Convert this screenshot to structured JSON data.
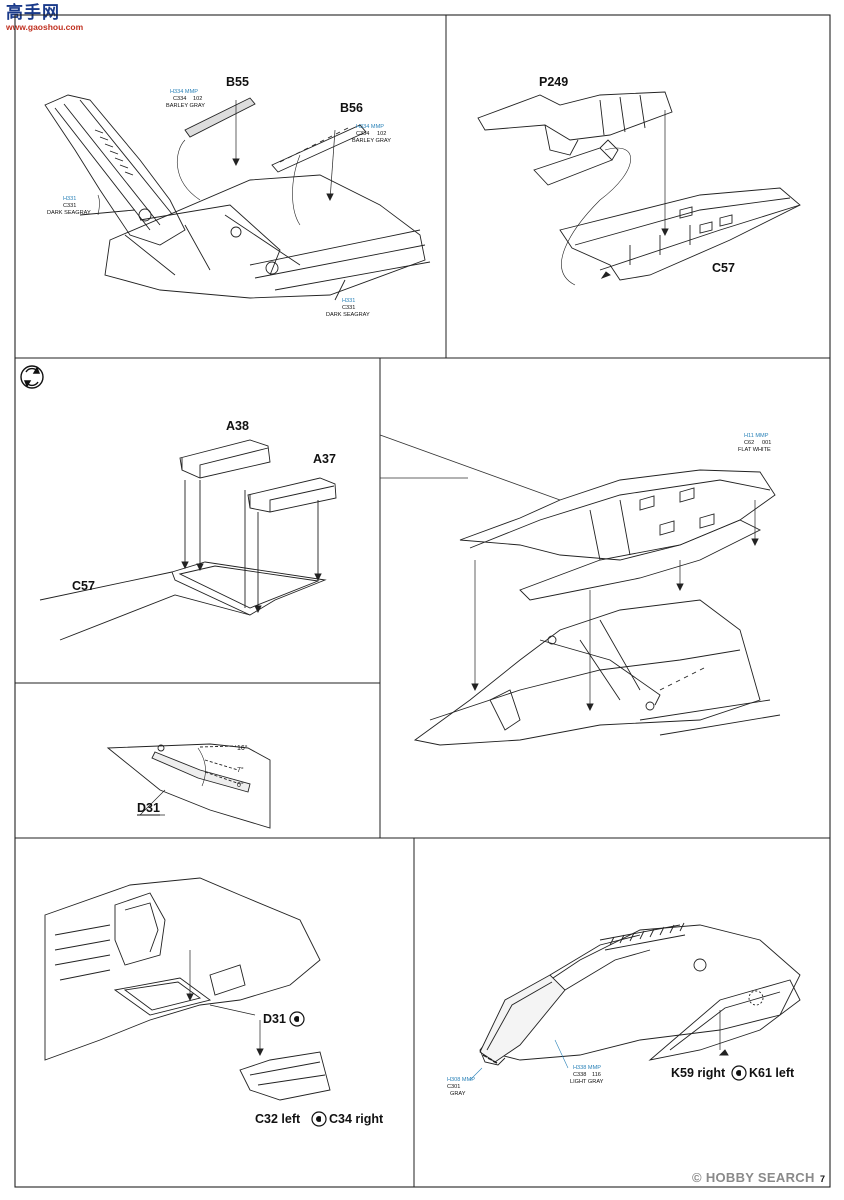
{
  "watermark_top": {
    "hanzi": "高手网",
    "url": "www.gaoshou.com"
  },
  "watermark_bottom": {
    "text": "HOBBY SEARCH",
    "glyph": "©"
  },
  "panel1": {
    "parts": [
      "B55",
      "B56"
    ],
    "callouts": [
      {
        "codes": "H334 MMP",
        "name_code": "C334",
        "ref": "102",
        "name": "BARLEY GRAY"
      },
      {
        "codes": "H334 MMP",
        "name_code": "C334",
        "ref": "102",
        "name": "BARLEY GRAY"
      },
      {
        "codes": "H331",
        "name_code": "C331",
        "ref": "",
        "name": "DARK SEAGRAY"
      },
      {
        "codes": "H331",
        "name_code": "C331",
        "ref": "",
        "name": "DARK SEAGRAY"
      }
    ]
  },
  "panel2": {
    "parts": [
      "P249",
      "C57"
    ]
  },
  "panel3": {
    "parts": [
      "A38",
      "A37",
      "C57"
    ],
    "icon": "rotate-arrows-icon"
  },
  "panel4": {
    "parts": [
      "D31"
    ],
    "angles": [
      "16°",
      "7°",
      "0°"
    ]
  },
  "panel5": {
    "callout": {
      "codes": "H11 MMP",
      "name_code": "C62",
      "ref": "001",
      "name": "FLAT WHITE"
    }
  },
  "panel6": {
    "parts": [
      "D31"
    ],
    "left_label": "C32 left",
    "right_label": "C34 right"
  },
  "panel7": {
    "left_label": "K59 right",
    "right_label": "K61 left",
    "callouts": [
      {
        "codes": "H308 MMP",
        "name_code": "C301",
        "ref": "",
        "name": "GRAY"
      },
      {
        "codes": "H338 MMP",
        "name_code": "C338",
        "ref": "116",
        "name": "LIGHT GRAY"
      }
    ]
  },
  "page_number": "7"
}
